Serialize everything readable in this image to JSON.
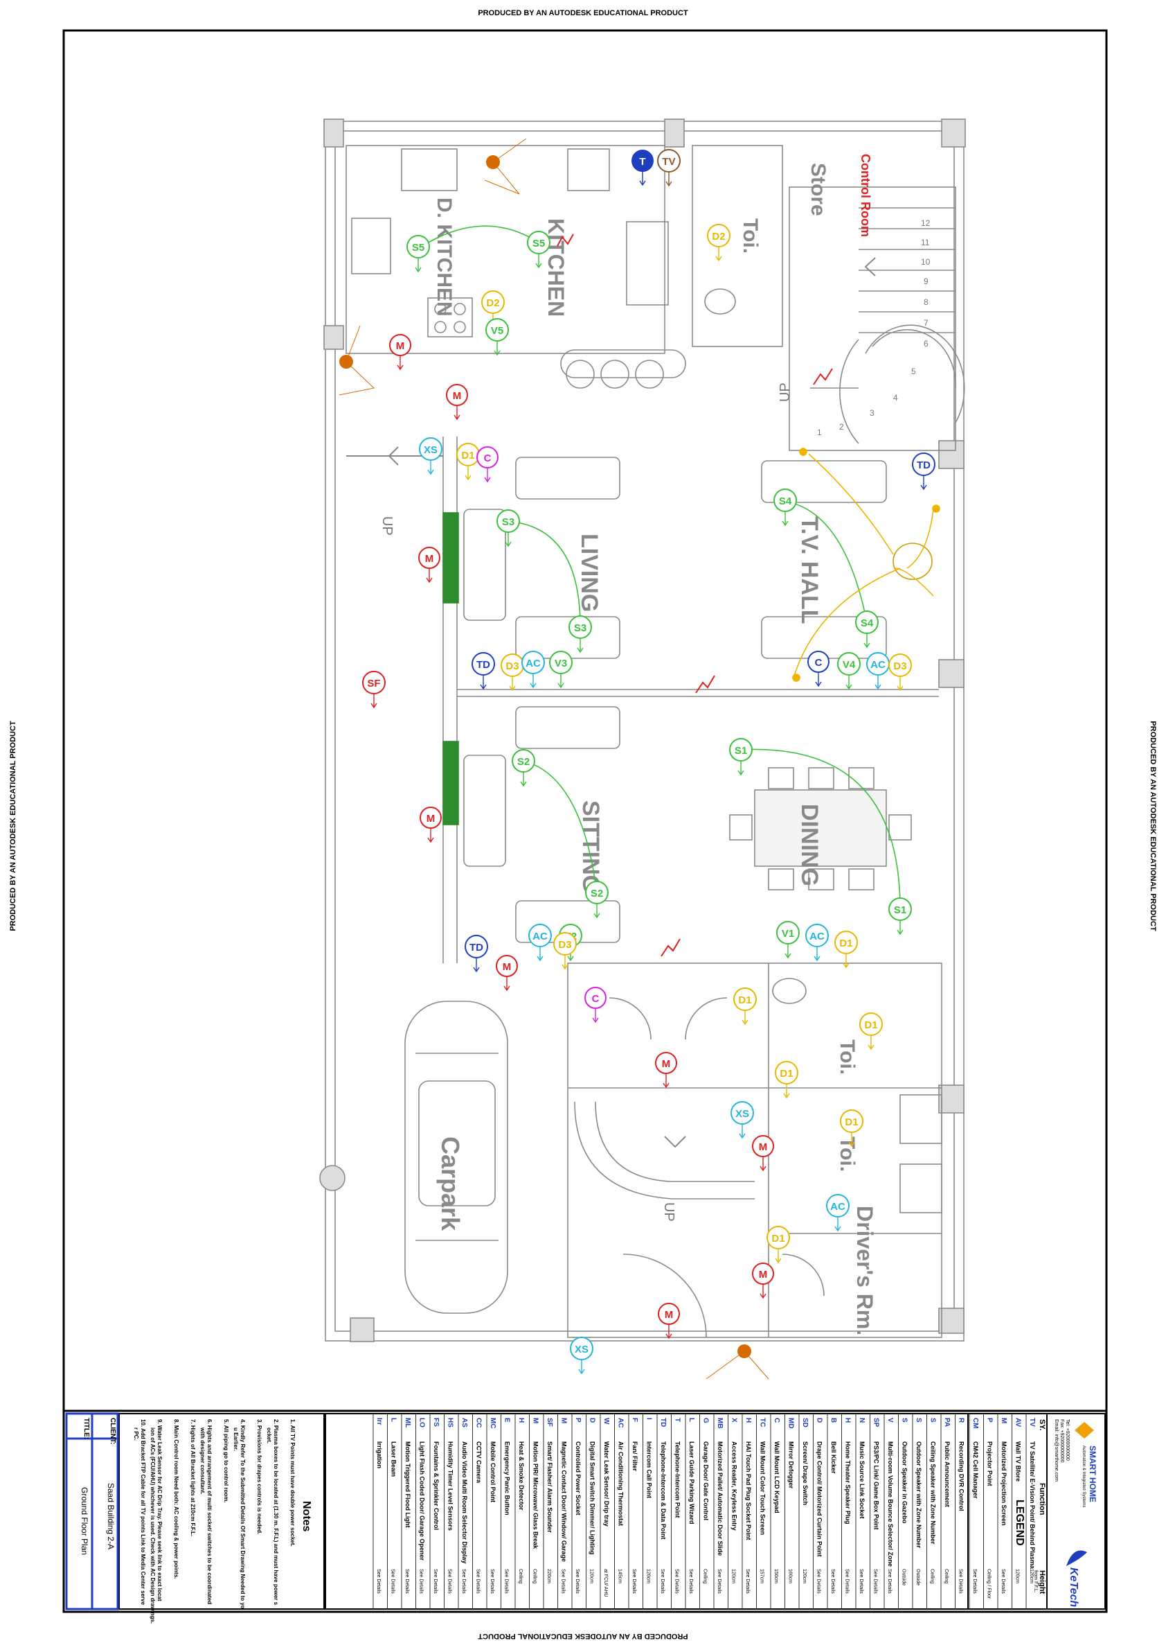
{
  "watermark": "PRODUCED BY AN AUTODESK EDUCATIONAL PRODUCT",
  "rooms": {
    "kitchen": "KITCHEN",
    "d_kitchen": "D. KITCHEN",
    "toilet": "Toi.",
    "store": "Store",
    "control_room": "Control Room",
    "living": "LIVING",
    "tv_hall": "T.V. HALL",
    "sitting": "SITTING",
    "dining": "DINING",
    "carpark": "Carpark",
    "drivers_rm": "Driver's Rm.",
    "up": "UP"
  },
  "stair_numbers": [
    "1",
    "2",
    "3",
    "4",
    "5",
    "6",
    "7",
    "8",
    "9",
    "10",
    "11",
    "12"
  ],
  "legend": {
    "title": "LEGEND",
    "col_symbol": "SY.",
    "col_function": "Function",
    "col_height": "Height",
    "height_note": "from F.F.L.",
    "rows": [
      {
        "sym": "TV",
        "fn": "TV Satellite/ E-Vision Point/ Behind Plasma",
        "h": "120cm"
      },
      {
        "sym": "AV",
        "fn": "Wall TV Bfore",
        "h": "120cm"
      },
      {
        "sym": "M",
        "fn": "Motorized Projection Screen",
        "h": "See Details"
      },
      {
        "sym": "P",
        "fn": "Projector Point",
        "h": "Ceiling / Floor"
      },
      {
        "sym": "CM",
        "fn": "CM42 Cell Manager",
        "h": "See Details"
      },
      {
        "sym": "R",
        "fn": "Recording DVR Control",
        "h": "See Details"
      },
      {
        "sym": "PA",
        "fn": "Public Announcement",
        "h": "Ceiling"
      },
      {
        "sym": "S",
        "fn": "Ceiling Speaker with Zone Number",
        "h": "Ceiling"
      },
      {
        "sym": "S",
        "fn": "Outdoor Speaker with Zone Number",
        "h": "Outside"
      },
      {
        "sym": "S",
        "fn": "Outdoor Speaker in Gazebo",
        "h": "Outside"
      },
      {
        "sym": "V",
        "fn": "Multi-room Volume Bounce Selector/ Zone",
        "h": "See Details"
      },
      {
        "sym": "SP",
        "fn": "PS3/PC Link/ Game Box Point",
        "h": "See Details"
      },
      {
        "sym": "N",
        "fn": "Music Source Link Socket",
        "h": "See Details"
      },
      {
        "sym": "H",
        "fn": "Home Theater Speaker Plug",
        "h": "See Details"
      },
      {
        "sym": "B",
        "fn": "Bell Kicker",
        "h": "See Details"
      },
      {
        "sym": "D",
        "fn": "Drape Control/ Motorized Curtain Point",
        "h": "See Details"
      },
      {
        "sym": "SD",
        "fn": "Screen/ Drape Switch",
        "h": "120cm"
      },
      {
        "sym": "MD",
        "fn": "Mirror Defogger",
        "h": "160cm"
      },
      {
        "sym": "C",
        "fn": "Wall Mount LCD Keypad",
        "h": "150cm"
      },
      {
        "sym": "TC",
        "fn": "Wall Mount Color Touch Screen",
        "h": "157cm"
      },
      {
        "sym": "H",
        "fn": "HAI Touch Pad Plug Socket Point",
        "h": "See Details"
      },
      {
        "sym": "X",
        "fn": "Access Reader, Keyless Entry",
        "h": "120cm"
      },
      {
        "sym": "MB",
        "fn": "Motorized Pallet/ Automatic Door Slide",
        "h": "See Details"
      },
      {
        "sym": "G",
        "fn": "Garage Door/ Gate Control",
        "h": "Ceiling"
      },
      {
        "sym": "L",
        "fn": "Laser Guide Parking Wizard",
        "h": "See Details"
      },
      {
        "sym": "T",
        "fn": "Telephone-Intercom Point",
        "h": "See Details"
      },
      {
        "sym": "TD",
        "fn": "Telephone-Intercom & Data Point",
        "h": "See Details"
      },
      {
        "sym": "I",
        "fn": "Intercom Call Point",
        "h": "120cm"
      },
      {
        "sym": "F",
        "fn": "Fan/ Filter",
        "h": "See Details"
      },
      {
        "sym": "AC",
        "fn": "Air Conditioning Thermostat",
        "h": "145cm"
      },
      {
        "sym": "W",
        "fn": "Water Leak Sensor/ Drip tray",
        "h": "at FCU/ AHU"
      },
      {
        "sym": "D",
        "fn": "Digital Smart Switch Dimmer/ Lighting",
        "h": "120cm"
      },
      {
        "sym": "P",
        "fn": "Controlled Power Socket",
        "h": "See Details"
      },
      {
        "sym": "M",
        "fn": "Magnetic Contact Door/ Window/ Garage",
        "h": "See Details"
      },
      {
        "sym": "SF",
        "fn": "Smart/ Flasher/ Alarm Sounder",
        "h": "220cm"
      },
      {
        "sym": "M",
        "fn": "Motion PIR/ Microwave/ Glass Break",
        "h": "Ceiling"
      },
      {
        "sym": "H",
        "fn": "Heat & Smoke Detector",
        "h": "Ceiling"
      },
      {
        "sym": "E",
        "fn": "Emergency Panic Button",
        "h": "See Details"
      },
      {
        "sym": "MC",
        "fn": "Mobile Control Point",
        "h": "See Details"
      },
      {
        "sym": "CC",
        "fn": "CCTV Camera",
        "h": "See Details"
      },
      {
        "sym": "AS",
        "fn": "Audio Video Multi Room Selector Display",
        "h": "See Details"
      },
      {
        "sym": "HS",
        "fn": "Humidity Timer Level Sensors",
        "h": "See Details"
      },
      {
        "sym": "FS",
        "fn": "Fountains & Sprinkler Control",
        "h": "See Details"
      },
      {
        "sym": "LO",
        "fn": "Light Flash Coded Door/ Garage Opener",
        "h": "See Details"
      },
      {
        "sym": "ML",
        "fn": "Motion Triggered Flood Light",
        "h": "See Details"
      },
      {
        "sym": "L",
        "fn": "Laser Beam",
        "h": "See Details"
      },
      {
        "sym": "Irr",
        "fn": "Irrigation",
        "h": "See Details"
      }
    ]
  },
  "notes": {
    "title": "Notes",
    "items": [
      "1. All TV Points must have double power socket.",
      "2. Plasma boxes to be located at (1.30 m. F.F.L) and must have power socket.",
      "3. Provisions for drapes controls is needed.",
      "4. Kindly Refer To the Submitted Details Of Smart Drawing Needed to you Earlier.",
      "5. All piping go to control room.",
      "6. Hights and arrangement of multi socket/ switches to be coordinated with designer consultant.",
      "7. Hights of All Bracket lights at 210cm F.F.L.",
      "8. Main Control room Need both: AC cooling & power points.",
      "9. Water Leak Sensor for AC Drip Tray. Please seek link to exact location of ACs (FCU/AHU) whichever is used. Check with AC Design drawings.",
      "10. Add Bracket FTP Cable for all TV points Link to Media Center server PC."
    ]
  },
  "title_block": {
    "client_label": "CLIENT:",
    "client_value": "Saad Building 2-A",
    "title_label": "TITLE:",
    "title_value": "Ground Floor Plan"
  },
  "company": {
    "name": "SMART HOME",
    "tagline": "Automation & Integrated Systems",
    "tel": "Tel: +92000000000",
    "fax": "Fax: +92000000000",
    "email": "Email: info@smarthome.com",
    "partner": "KeTech"
  },
  "symbols": [
    {
      "label": "T",
      "color": "#1f3fbf",
      "filled": true
    },
    {
      "label": "TV",
      "color": "#8b5a2b",
      "filled": false
    },
    {
      "label": "D2",
      "color": "#e6b800",
      "filled": false
    },
    {
      "label": "S5",
      "color": "#3cc13c",
      "filled": false
    },
    {
      "label": "S5",
      "color": "#3cc13c",
      "filled": false
    },
    {
      "label": "D2",
      "color": "#e6b800",
      "filled": false
    },
    {
      "label": "V5",
      "color": "#3cc13c",
      "filled": false
    },
    {
      "label": "M",
      "color": "#e02020",
      "filled": false
    },
    {
      "label": "M",
      "color": "#e02020",
      "filled": false
    },
    {
      "label": "XS",
      "color": "#22b5e0",
      "filled": false
    },
    {
      "label": "D1",
      "color": "#e6b800",
      "filled": false
    },
    {
      "label": "C",
      "color": "#e020e0",
      "filled": false
    },
    {
      "label": "S3",
      "color": "#3cc13c",
      "filled": false
    },
    {
      "label": "M",
      "color": "#e02020",
      "filled": false
    },
    {
      "label": "SF",
      "color": "#e02020",
      "filled": false
    },
    {
      "label": "S3",
      "color": "#3cc13c",
      "filled": false
    },
    {
      "label": "TD",
      "color": "#1f3fbf",
      "filled": false
    },
    {
      "label": "D3",
      "color": "#e6b800",
      "filled": false
    },
    {
      "label": "AC",
      "color": "#22b5e0",
      "filled": false
    },
    {
      "label": "V3",
      "color": "#3cc13c",
      "filled": false
    },
    {
      "label": "TD",
      "color": "#1f3fbf",
      "filled": false
    },
    {
      "label": "S4",
      "color": "#3cc13c",
      "filled": false
    },
    {
      "label": "S4",
      "color": "#3cc13c",
      "filled": false
    },
    {
      "label": "C",
      "color": "#1f3fbf",
      "filled": false
    },
    {
      "label": "V4",
      "color": "#3cc13c",
      "filled": false
    },
    {
      "label": "AC",
      "color": "#22b5e0",
      "filled": false
    },
    {
      "label": "D3",
      "color": "#e6b800",
      "filled": false
    },
    {
      "label": "S2",
      "color": "#3cc13c",
      "filled": false
    },
    {
      "label": "M",
      "color": "#e02020",
      "filled": false
    },
    {
      "label": "S1",
      "color": "#3cc13c",
      "filled": false
    },
    {
      "label": "S2",
      "color": "#3cc13c",
      "filled": false
    },
    {
      "label": "S1",
      "color": "#3cc13c",
      "filled": false
    },
    {
      "label": "TD",
      "color": "#1f3fbf",
      "filled": false
    },
    {
      "label": "AC",
      "color": "#22b5e0",
      "filled": false
    },
    {
      "label": "V2",
      "color": "#3cc13c",
      "filled": false
    },
    {
      "label": "D3",
      "color": "#e6b800",
      "filled": false
    },
    {
      "label": "M",
      "color": "#e02020",
      "filled": false
    },
    {
      "label": "V1",
      "color": "#3cc13c",
      "filled": false
    },
    {
      "label": "AC",
      "color": "#22b5e0",
      "filled": false
    },
    {
      "label": "D1",
      "color": "#e6b800",
      "filled": false
    },
    {
      "label": "C",
      "color": "#e020e0",
      "filled": false
    },
    {
      "label": "D1",
      "color": "#e6b800",
      "filled": false
    },
    {
      "label": "D1",
      "color": "#e6b800",
      "filled": false
    },
    {
      "label": "M",
      "color": "#e02020",
      "filled": false
    },
    {
      "label": "D1",
      "color": "#e6b800",
      "filled": false
    },
    {
      "label": "XS",
      "color": "#22b5e0",
      "filled": false
    },
    {
      "label": "M",
      "color": "#e02020",
      "filled": false
    },
    {
      "label": "D1",
      "color": "#e6b800",
      "filled": false
    },
    {
      "label": "AC",
      "color": "#22b5e0",
      "filled": false
    },
    {
      "label": "D1",
      "color": "#e6b800",
      "filled": false
    },
    {
      "label": "M",
      "color": "#e02020",
      "filled": false
    },
    {
      "label": "M",
      "color": "#e02020",
      "filled": false
    },
    {
      "label": "XS",
      "color": "#22b5e0",
      "filled": false
    }
  ]
}
